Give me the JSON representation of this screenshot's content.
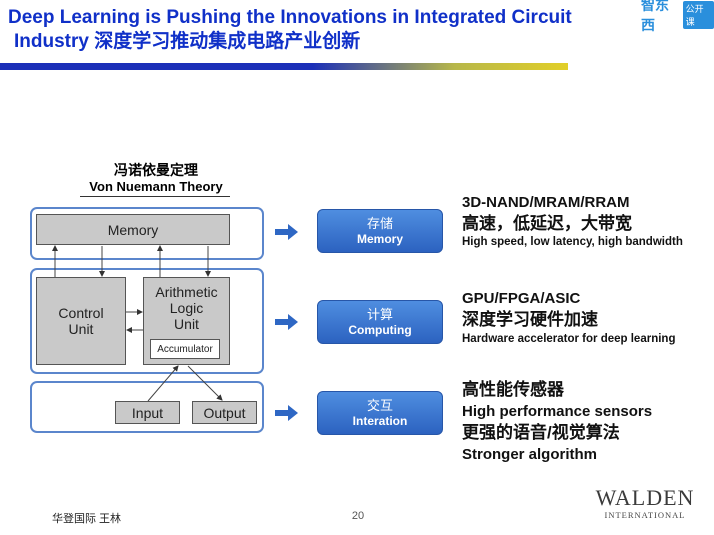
{
  "header": {
    "title_line1": "Deep Learning is Pushing the Innovations in Integrated Circuit",
    "title_line2": "Industry 深度学习推动集成电路产业创新",
    "brand_cn": "智东西",
    "brand_tag": "公开课"
  },
  "theory": {
    "title_cn": "冯诺依曼定理",
    "title_en": "Von Nuemann Theory"
  },
  "diagram": {
    "memory": "Memory",
    "control_unit_l1": "Control",
    "control_unit_l2": "Unit",
    "alu_l1": "Arithmetic",
    "alu_l2": "Logic",
    "alu_l3": "Unit",
    "accumulator": "Accumulator",
    "input": "Input",
    "output": "Output"
  },
  "buttons": [
    {
      "cn": "存储",
      "en": "Memory"
    },
    {
      "cn": "计算",
      "en": "Computing"
    },
    {
      "cn": "交互",
      "en": "Interation"
    }
  ],
  "right": {
    "memory_tech": "3D-NAND/MRAM/RRAM",
    "memory_cn": "高速，低延迟，大带宽",
    "memory_en": "High speed, low latency, high bandwidth",
    "compute_tech": "GPU/FPGA/ASIC",
    "compute_cn": "深度学习硬件加速",
    "compute_en": "Hardware accelerator for deep learning",
    "interact_cn1": "高性能传感器",
    "interact_en1": "High performance sensors",
    "interact_cn2": "更强的语音/视觉算法",
    "interact_en2": "Stronger algorithm"
  },
  "footer": {
    "author": "华登国际 王林",
    "page": "20",
    "logo_main": "WALDEN",
    "logo_sub": "INTERNATIONAL"
  },
  "colors": {
    "title_blue": "#1030c8",
    "frame_blue": "#5b86cc",
    "button_blue": "#2c62c0",
    "box_gray": "#c9c9c9"
  }
}
